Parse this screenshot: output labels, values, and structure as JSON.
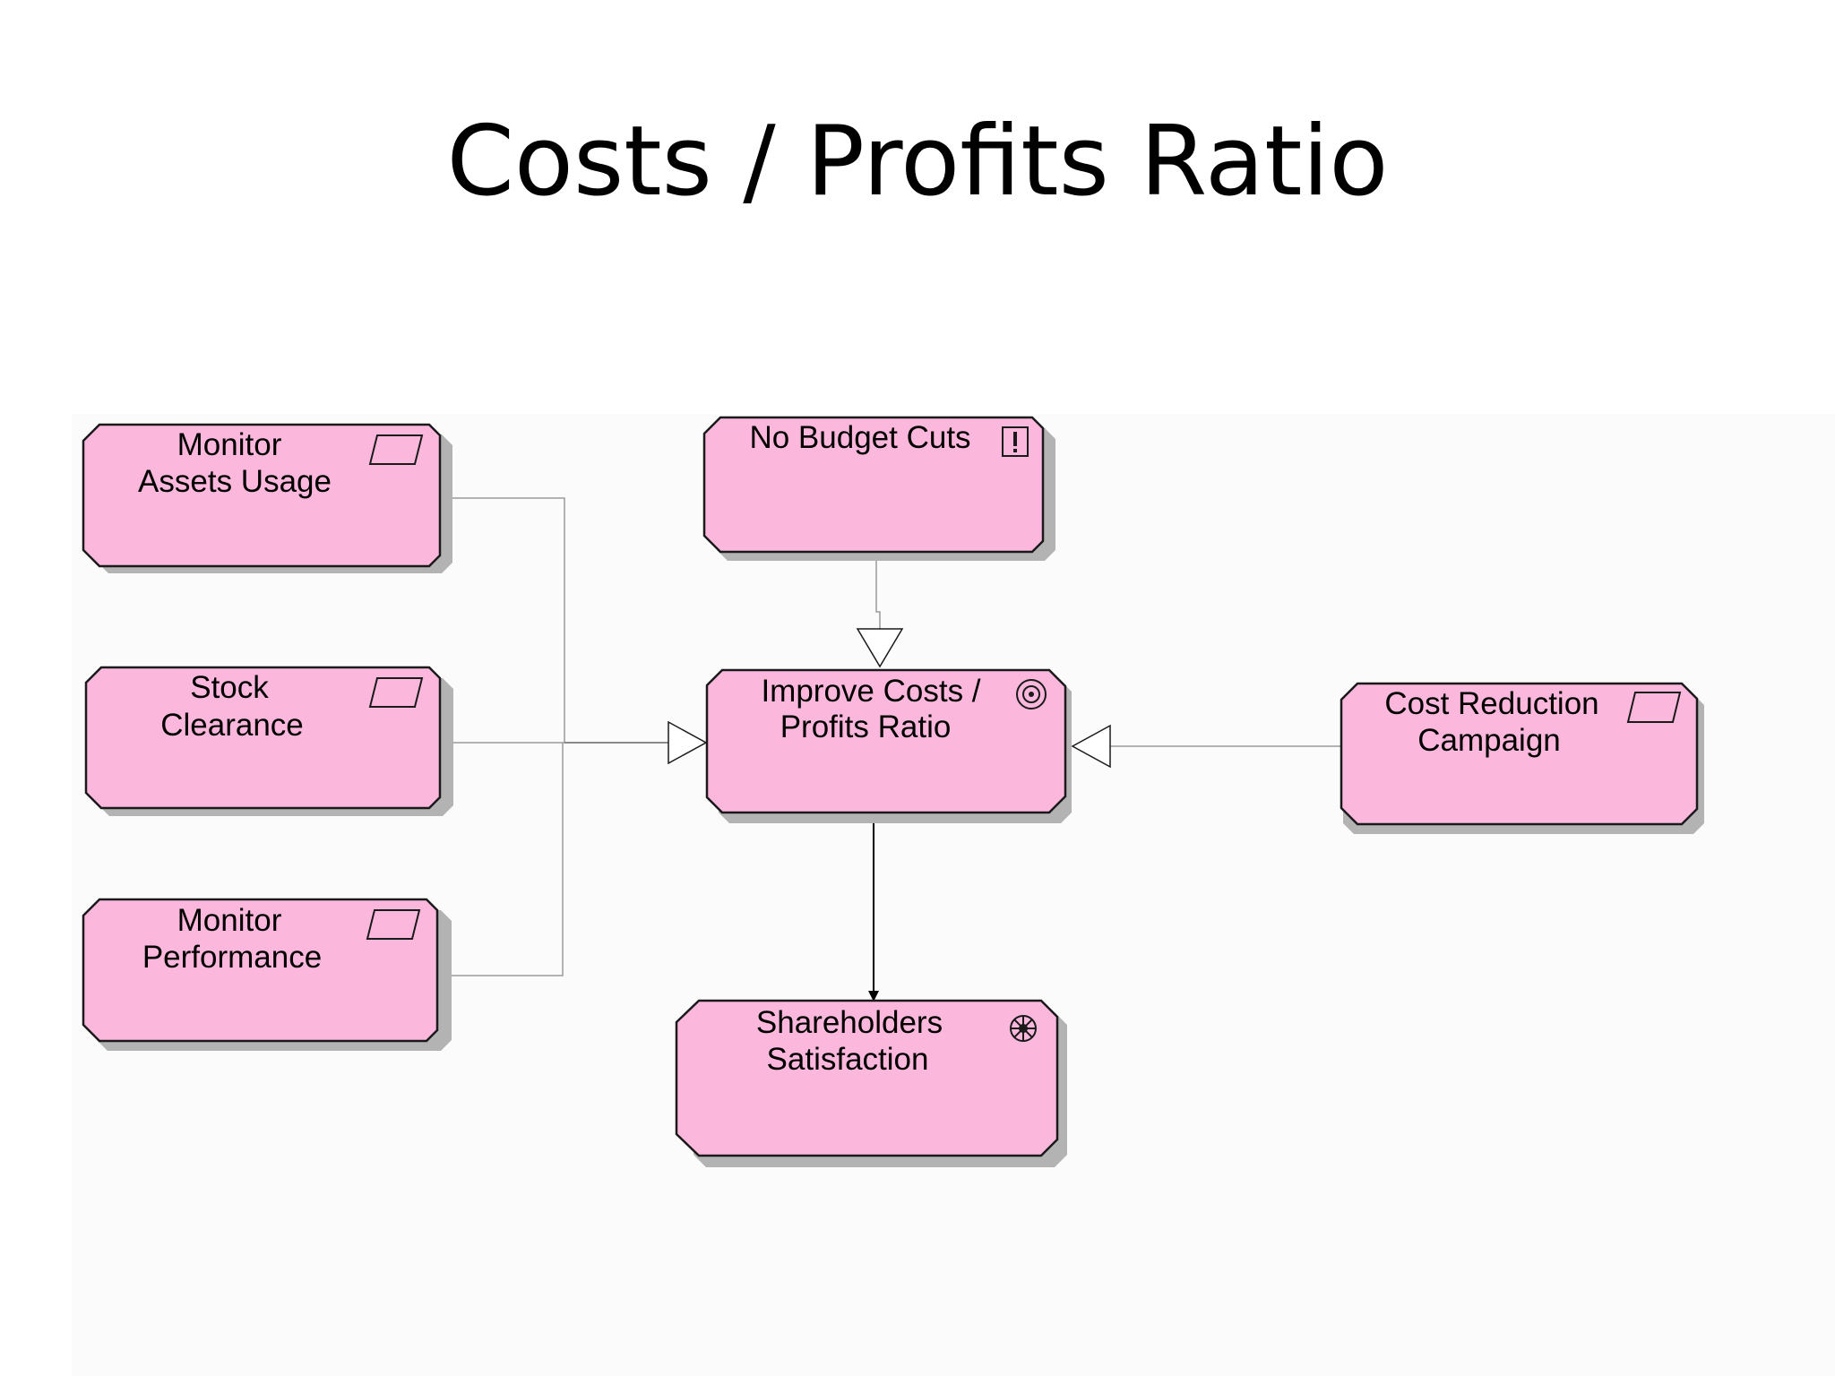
{
  "title": "Costs / Profits Ratio",
  "colors": {
    "node_fill": "#fbb7dc",
    "node_stroke": "#1a1a1a",
    "shadow": "#b3b3b3",
    "connector_gray": "#9a9a9a",
    "connector_black": "#000000"
  },
  "nodes": {
    "monitor_assets_usage": {
      "line1": "Monitor",
      "line2": "Assets Usage",
      "icon": "process-parallelogram-icon"
    },
    "stock_clearance": {
      "line1": "Stock",
      "line2": "Clearance",
      "icon": "process-parallelogram-icon"
    },
    "monitor_performance": {
      "line1": "Monitor",
      "line2": "Performance",
      "icon": "process-parallelogram-icon"
    },
    "no_budget_cuts": {
      "line1": "No Budget Cuts",
      "icon": "constraint-exclamation-icon"
    },
    "improve_costs_profits": {
      "line1": "Improve Costs /",
      "line2": "Profits Ratio",
      "icon": "goal-target-icon"
    },
    "cost_reduction_campaign": {
      "line1": "Cost Reduction",
      "line2": "Campaign",
      "icon": "process-parallelogram-icon"
    },
    "shareholders_satisfaction": {
      "line1": "Shareholders",
      "line2": "Satisfaction",
      "icon": "driver-wheel-icon"
    }
  }
}
